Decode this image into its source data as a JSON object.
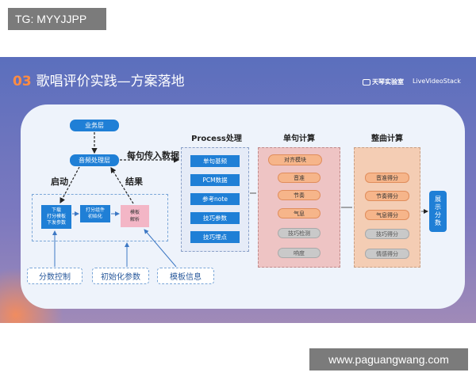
{
  "watermark_top": "TG: MYYJJPP",
  "watermark_bottom": "www.paguangwang.com",
  "slide": {
    "number": "03",
    "title": "歌唱评价实践—方案落地",
    "logo_1": "天琴实验室",
    "logo_2": "LiveVideoStack"
  },
  "left": {
    "business_layer": "业务层",
    "audio_layer": "音频处理层",
    "download_box": "下载\n打分模板\n下发参数",
    "init_box": "打分组件\n初始化",
    "template_parse": "模板\n解析",
    "label_start": "启动",
    "label_result": "结果",
    "label_each_sentence": "每句传入数据",
    "bottom_score_control": "分数控制",
    "bottom_init_params": "初始化参数",
    "bottom_template_info": "模板信息"
  },
  "process": {
    "title": "Process处理",
    "items": [
      "单句基频",
      "PCM数据",
      "参考note",
      "技巧参数",
      "技巧埋点"
    ]
  },
  "single": {
    "title": "单句计算",
    "align": "对齐模块",
    "items": [
      {
        "label": "音准",
        "style": "orange"
      },
      {
        "label": "节奏",
        "style": "orange"
      },
      {
        "label": "气息",
        "style": "orange"
      },
      {
        "label": "技巧检测",
        "style": "gray"
      },
      {
        "label": "响度",
        "style": "gray"
      }
    ]
  },
  "whole": {
    "title": "整曲计算",
    "items": [
      {
        "label": "音准得分",
        "style": "orange"
      },
      {
        "label": "节奏得分",
        "style": "orange"
      },
      {
        "label": "气息得分",
        "style": "orange"
      },
      {
        "label": "技巧得分",
        "style": "gray"
      },
      {
        "label": "情感得分",
        "style": "gray"
      }
    ]
  },
  "display": "展示分数",
  "colors": {
    "accent_blue": "#1f7fd6",
    "pink": "#f3b6c6",
    "orange": "#f6b58a",
    "gray": "#c9c9c9"
  }
}
